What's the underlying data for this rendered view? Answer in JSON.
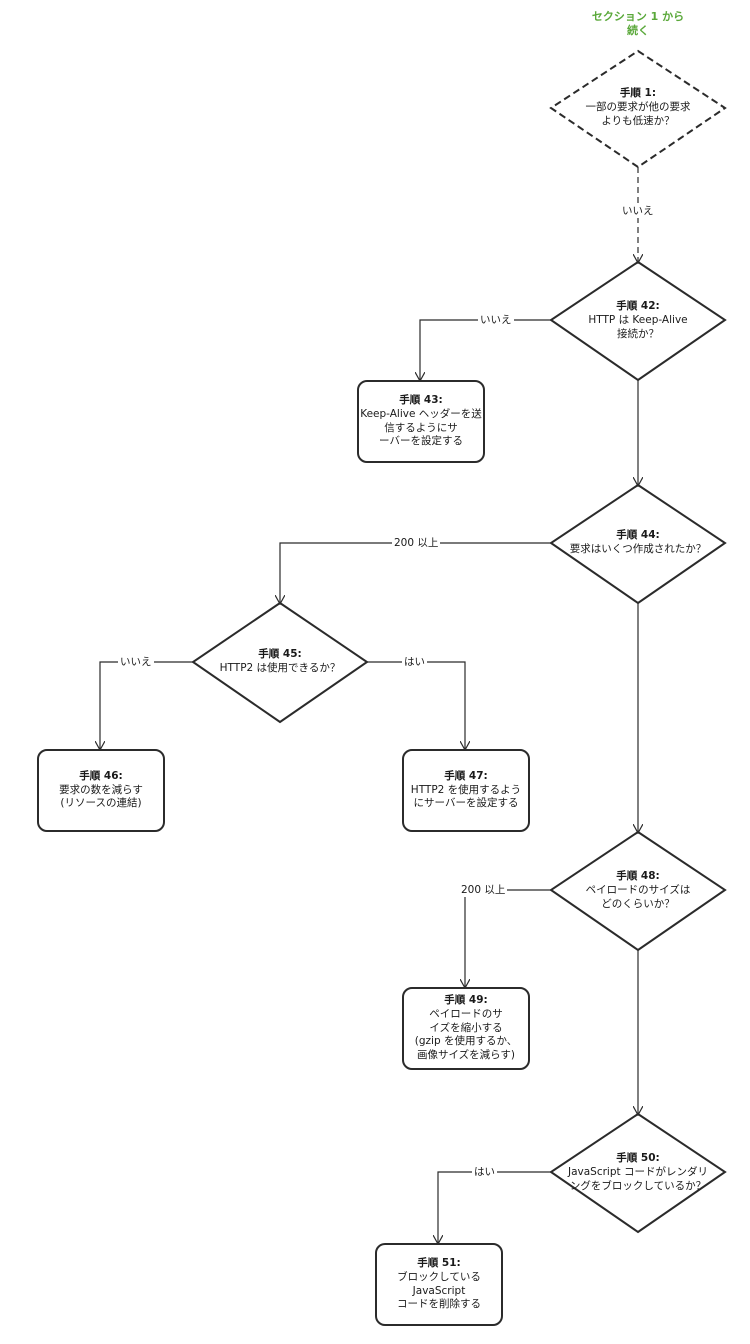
{
  "header": {
    "continued_from": "セクション 1 から続く"
  },
  "nodes": {
    "step1": {
      "title": "手順 1:",
      "text": [
        "一部の要求が他の要求",
        "よりも低速か？"
      ]
    },
    "step42": {
      "title": "手順 42:",
      "text": [
        "HTTP は Keep-Alive",
        "接続か？"
      ]
    },
    "step43": {
      "title": "手順 43:",
      "text": [
        "Keep-Alive ヘッダーを送",
        "信するようにサ",
        "ーバーを設定する"
      ]
    },
    "step44": {
      "title": "手順 44:",
      "text": [
        "要求はいくつ作成されたか？"
      ]
    },
    "step45": {
      "title": "手順 45:",
      "text": [
        "HTTP2 は使用できるか？"
      ]
    },
    "step46": {
      "title": "手順 46:",
      "text": [
        "要求の数を減らす",
        "(リソースの連結)"
      ]
    },
    "step47": {
      "title": "手順 47:",
      "text": [
        "HTTP2 を使用するよう",
        "にサーバーを設定する"
      ]
    },
    "step48": {
      "title": "手順 48:",
      "text": [
        "ペイロードのサイズは",
        "どのくらいか？"
      ]
    },
    "step49": {
      "title": "手順 49:",
      "text": [
        "ペイロードのサ",
        "イズを縮小する",
        "(gzip を使用するか、",
        "画像サイズを減らす)"
      ]
    },
    "step50": {
      "title": "手順 50:",
      "text": [
        "JavaScript コードがレンダリ",
        "ングをブロックしているか？"
      ]
    },
    "step51": {
      "title": "手順 51:",
      "text": [
        "ブロックしている",
        "JavaScript",
        "コードを削除する"
      ]
    }
  },
  "edge_labels": {
    "e1_42": "いいえ",
    "e42_43": "いいえ",
    "e44_45": "200 以上",
    "e45_46": "いいえ",
    "e45_47": "はい",
    "e48_49": "200 以上",
    "e50_51": "はい"
  },
  "colors": {
    "stroke": "#2b2b2b",
    "header": "#5aa83a"
  }
}
